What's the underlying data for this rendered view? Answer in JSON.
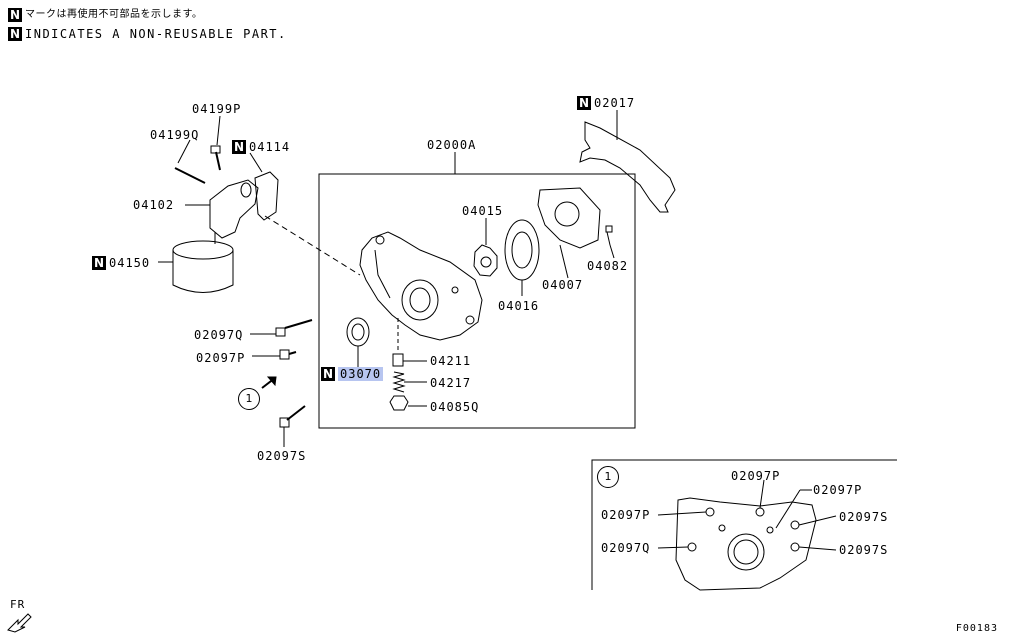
{
  "notes": {
    "badge": "N",
    "jp": "マークは再使用不可部品を示します。",
    "en": "INDICATES A NON-REUSABLE PART."
  },
  "parts": {
    "p02017": "02017",
    "p02000A": "02000A",
    "p04199P": "04199P",
    "p04199Q": "04199Q",
    "p04114": "04114",
    "p04102": "04102",
    "p04150": "04150",
    "p04015": "04015",
    "p04016": "04016",
    "p04007": "04007",
    "p04082": "04082",
    "p02097Q": "02097Q",
    "p02097P": "02097P",
    "p03070": "03070",
    "p04211": "04211",
    "p04217": "04217",
    "p04085Q": "04085Q",
    "p02097S": "02097S"
  },
  "detail": {
    "ref": "1",
    "top": "02097P",
    "right_top": "02097P",
    "left_p": "02097P",
    "left_q": "02097Q",
    "right_s1": "02097S",
    "right_s2": "02097S"
  },
  "callout_ref": "1",
  "fr_label": "FR",
  "figure_id": "F00183",
  "colors": {
    "highlight": "#b7c5f0",
    "ink": "#000000"
  }
}
